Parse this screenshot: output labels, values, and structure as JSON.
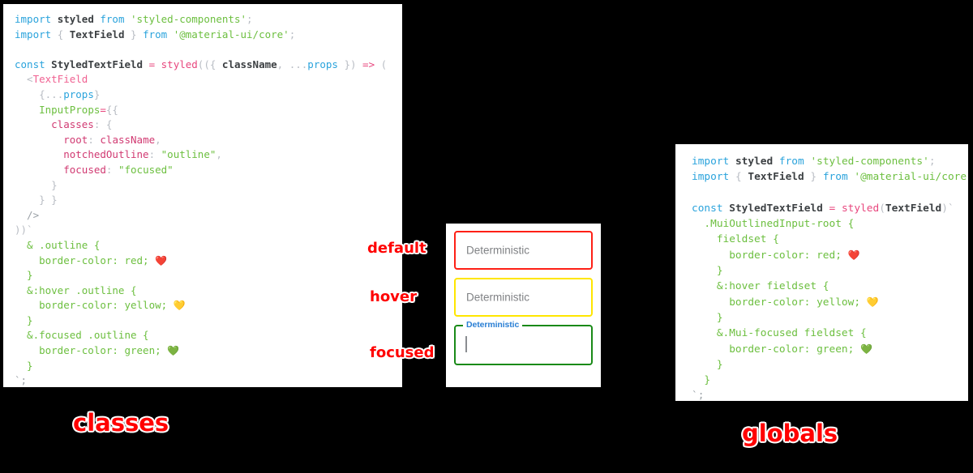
{
  "background_color": "#000000",
  "panels": {
    "classes": {
      "caption": "classes",
      "code_lines": [
        [
          {
            "t": "import ",
            "c": "kw"
          },
          {
            "t": "styled",
            "c": "name"
          },
          {
            "t": " ",
            "c": "plain"
          },
          {
            "t": "from",
            "c": "kw"
          },
          {
            "t": " ",
            "c": "plain"
          },
          {
            "t": "'styled-components'",
            "c": "str"
          },
          {
            "t": ";",
            "c": "punc"
          }
        ],
        [
          {
            "t": "import ",
            "c": "kw"
          },
          {
            "t": "{",
            "c": "punc"
          },
          {
            "t": " TextField ",
            "c": "name"
          },
          {
            "t": "}",
            "c": "punc"
          },
          {
            "t": " ",
            "c": "plain"
          },
          {
            "t": "from",
            "c": "kw"
          },
          {
            "t": " ",
            "c": "plain"
          },
          {
            "t": "'@material-ui/core'",
            "c": "str"
          },
          {
            "t": ";",
            "c": "punc"
          }
        ],
        [],
        [
          {
            "t": "const",
            "c": "kw"
          },
          {
            "t": " StyledTextField ",
            "c": "name"
          },
          {
            "t": "=",
            "c": "op"
          },
          {
            "t": " ",
            "c": "plain"
          },
          {
            "t": "styled",
            "c": "fn"
          },
          {
            "t": "((",
            "c": "punc"
          },
          {
            "t": "{",
            "c": "punc"
          },
          {
            "t": " className",
            "c": "name"
          },
          {
            "t": ",",
            "c": "punc"
          },
          {
            "t": " ",
            "c": "plain"
          },
          {
            "t": "...",
            "c": "punc"
          },
          {
            "t": "props",
            "c": "var"
          },
          {
            "t": " })",
            "c": "punc"
          },
          {
            "t": " ",
            "c": "plain"
          },
          {
            "t": "=>",
            "c": "op"
          },
          {
            "t": " (",
            "c": "punc"
          }
        ],
        [
          {
            "t": "  <",
            "c": "punc"
          },
          {
            "t": "TextField",
            "c": "tag"
          }
        ],
        [
          {
            "t": "    {",
            "c": "punc"
          },
          {
            "t": "...",
            "c": "punc"
          },
          {
            "t": "props",
            "c": "var"
          },
          {
            "t": "}",
            "c": "punc"
          }
        ],
        [
          {
            "t": "    ",
            "c": "plain"
          },
          {
            "t": "InputProps",
            "c": "attr"
          },
          {
            "t": "=",
            "c": "op"
          },
          {
            "t": "{{",
            "c": "punc"
          }
        ],
        [
          {
            "t": "      ",
            "c": "plain"
          },
          {
            "t": "classes",
            "c": "prop"
          },
          {
            "t": ":",
            "c": "punc"
          },
          {
            "t": " {",
            "c": "punc"
          }
        ],
        [
          {
            "t": "        ",
            "c": "plain"
          },
          {
            "t": "root",
            "c": "prop"
          },
          {
            "t": ":",
            "c": "punc"
          },
          {
            "t": " ",
            "c": "plain"
          },
          {
            "t": "className",
            "c": "prop"
          },
          {
            "t": ",",
            "c": "punc"
          }
        ],
        [
          {
            "t": "        ",
            "c": "plain"
          },
          {
            "t": "notchedOutline",
            "c": "prop"
          },
          {
            "t": ":",
            "c": "punc"
          },
          {
            "t": " ",
            "c": "plain"
          },
          {
            "t": "\"outline\"",
            "c": "str"
          },
          {
            "t": ",",
            "c": "punc"
          }
        ],
        [
          {
            "t": "        ",
            "c": "plain"
          },
          {
            "t": "focused",
            "c": "prop"
          },
          {
            "t": ":",
            "c": "punc"
          },
          {
            "t": " ",
            "c": "plain"
          },
          {
            "t": "\"focused\"",
            "c": "str"
          }
        ],
        [
          {
            "t": "      }",
            "c": "punc"
          }
        ],
        [
          {
            "t": "    } }",
            "c": "punc"
          }
        ],
        [
          {
            "t": "  />",
            "c": "dim"
          }
        ],
        [
          {
            "t": "))`",
            "c": "punc"
          }
        ],
        [
          {
            "t": "  & .outline {",
            "c": "css"
          }
        ],
        [
          {
            "t": "    border-color: red; ",
            "c": "css"
          },
          {
            "t": "❤️",
            "c": "emoji"
          }
        ],
        [
          {
            "t": "  }",
            "c": "css"
          }
        ],
        [
          {
            "t": "  &:hover .outline {",
            "c": "css"
          }
        ],
        [
          {
            "t": "    border-color: yellow; ",
            "c": "css"
          },
          {
            "t": "💛",
            "c": "emoji"
          }
        ],
        [
          {
            "t": "  }",
            "c": "css"
          }
        ],
        [
          {
            "t": "  &.focused .outline {",
            "c": "css"
          }
        ],
        [
          {
            "t": "    border-color: green; ",
            "c": "css"
          },
          {
            "t": "💚",
            "c": "emoji"
          }
        ],
        [
          {
            "t": "  }",
            "c": "css"
          }
        ],
        [
          {
            "t": "`;",
            "c": "dim"
          }
        ]
      ]
    },
    "globals": {
      "caption": "globals",
      "code_lines": [
        [
          {
            "t": "import ",
            "c": "kw"
          },
          {
            "t": "styled",
            "c": "name"
          },
          {
            "t": " ",
            "c": "plain"
          },
          {
            "t": "from",
            "c": "kw"
          },
          {
            "t": " ",
            "c": "plain"
          },
          {
            "t": "'styled-components'",
            "c": "str"
          },
          {
            "t": ";",
            "c": "punc"
          }
        ],
        [
          {
            "t": "import ",
            "c": "kw"
          },
          {
            "t": "{",
            "c": "punc"
          },
          {
            "t": " TextField ",
            "c": "name"
          },
          {
            "t": "}",
            "c": "punc"
          },
          {
            "t": " ",
            "c": "plain"
          },
          {
            "t": "from",
            "c": "kw"
          },
          {
            "t": " ",
            "c": "plain"
          },
          {
            "t": "'@material-ui/core'",
            "c": "str"
          },
          {
            "t": ";",
            "c": "punc"
          }
        ],
        [],
        [
          {
            "t": "const",
            "c": "kw"
          },
          {
            "t": " StyledTextField ",
            "c": "name"
          },
          {
            "t": "=",
            "c": "op"
          },
          {
            "t": " ",
            "c": "plain"
          },
          {
            "t": "styled",
            "c": "fn"
          },
          {
            "t": "(",
            "c": "punc"
          },
          {
            "t": "TextField",
            "c": "name"
          },
          {
            "t": ")`",
            "c": "punc"
          }
        ],
        [
          {
            "t": "  .MuiOutlinedInput-root {",
            "c": "css"
          }
        ],
        [
          {
            "t": "    fieldset {",
            "c": "css"
          }
        ],
        [
          {
            "t": "      border-color: red; ",
            "c": "css"
          },
          {
            "t": "❤️",
            "c": "emoji"
          }
        ],
        [
          {
            "t": "    }",
            "c": "css"
          }
        ],
        [
          {
            "t": "    &:hover fieldset {",
            "c": "css"
          }
        ],
        [
          {
            "t": "      border-color: yellow; ",
            "c": "css"
          },
          {
            "t": "💛",
            "c": "emoji"
          }
        ],
        [
          {
            "t": "    }",
            "c": "css"
          }
        ],
        [
          {
            "t": "    &.Mui-focused fieldset {",
            "c": "css"
          }
        ],
        [
          {
            "t": "      border-color: green; ",
            "c": "css"
          },
          {
            "t": "💚",
            "c": "emoji"
          }
        ],
        [
          {
            "t": "    }",
            "c": "css"
          }
        ],
        [
          {
            "t": "  }",
            "c": "css"
          }
        ],
        [
          {
            "t": "`;",
            "c": "dim"
          }
        ]
      ]
    }
  },
  "preview": {
    "fields": [
      {
        "state": "default",
        "label": "Deterministic",
        "border_color": "#fe2016",
        "mode": "placeholder"
      },
      {
        "state": "hover",
        "label": "Deterministic",
        "border_color": "#ffe600",
        "mode": "placeholder"
      },
      {
        "state": "focused",
        "label": "Deterministic",
        "border_color": "#1a8a18",
        "mode": "notched",
        "label_color": "#2a7fd4",
        "value": ""
      }
    ]
  },
  "annotations": {
    "default": "default",
    "hover": "hover",
    "focused": "focused",
    "color": "#ff0000"
  }
}
